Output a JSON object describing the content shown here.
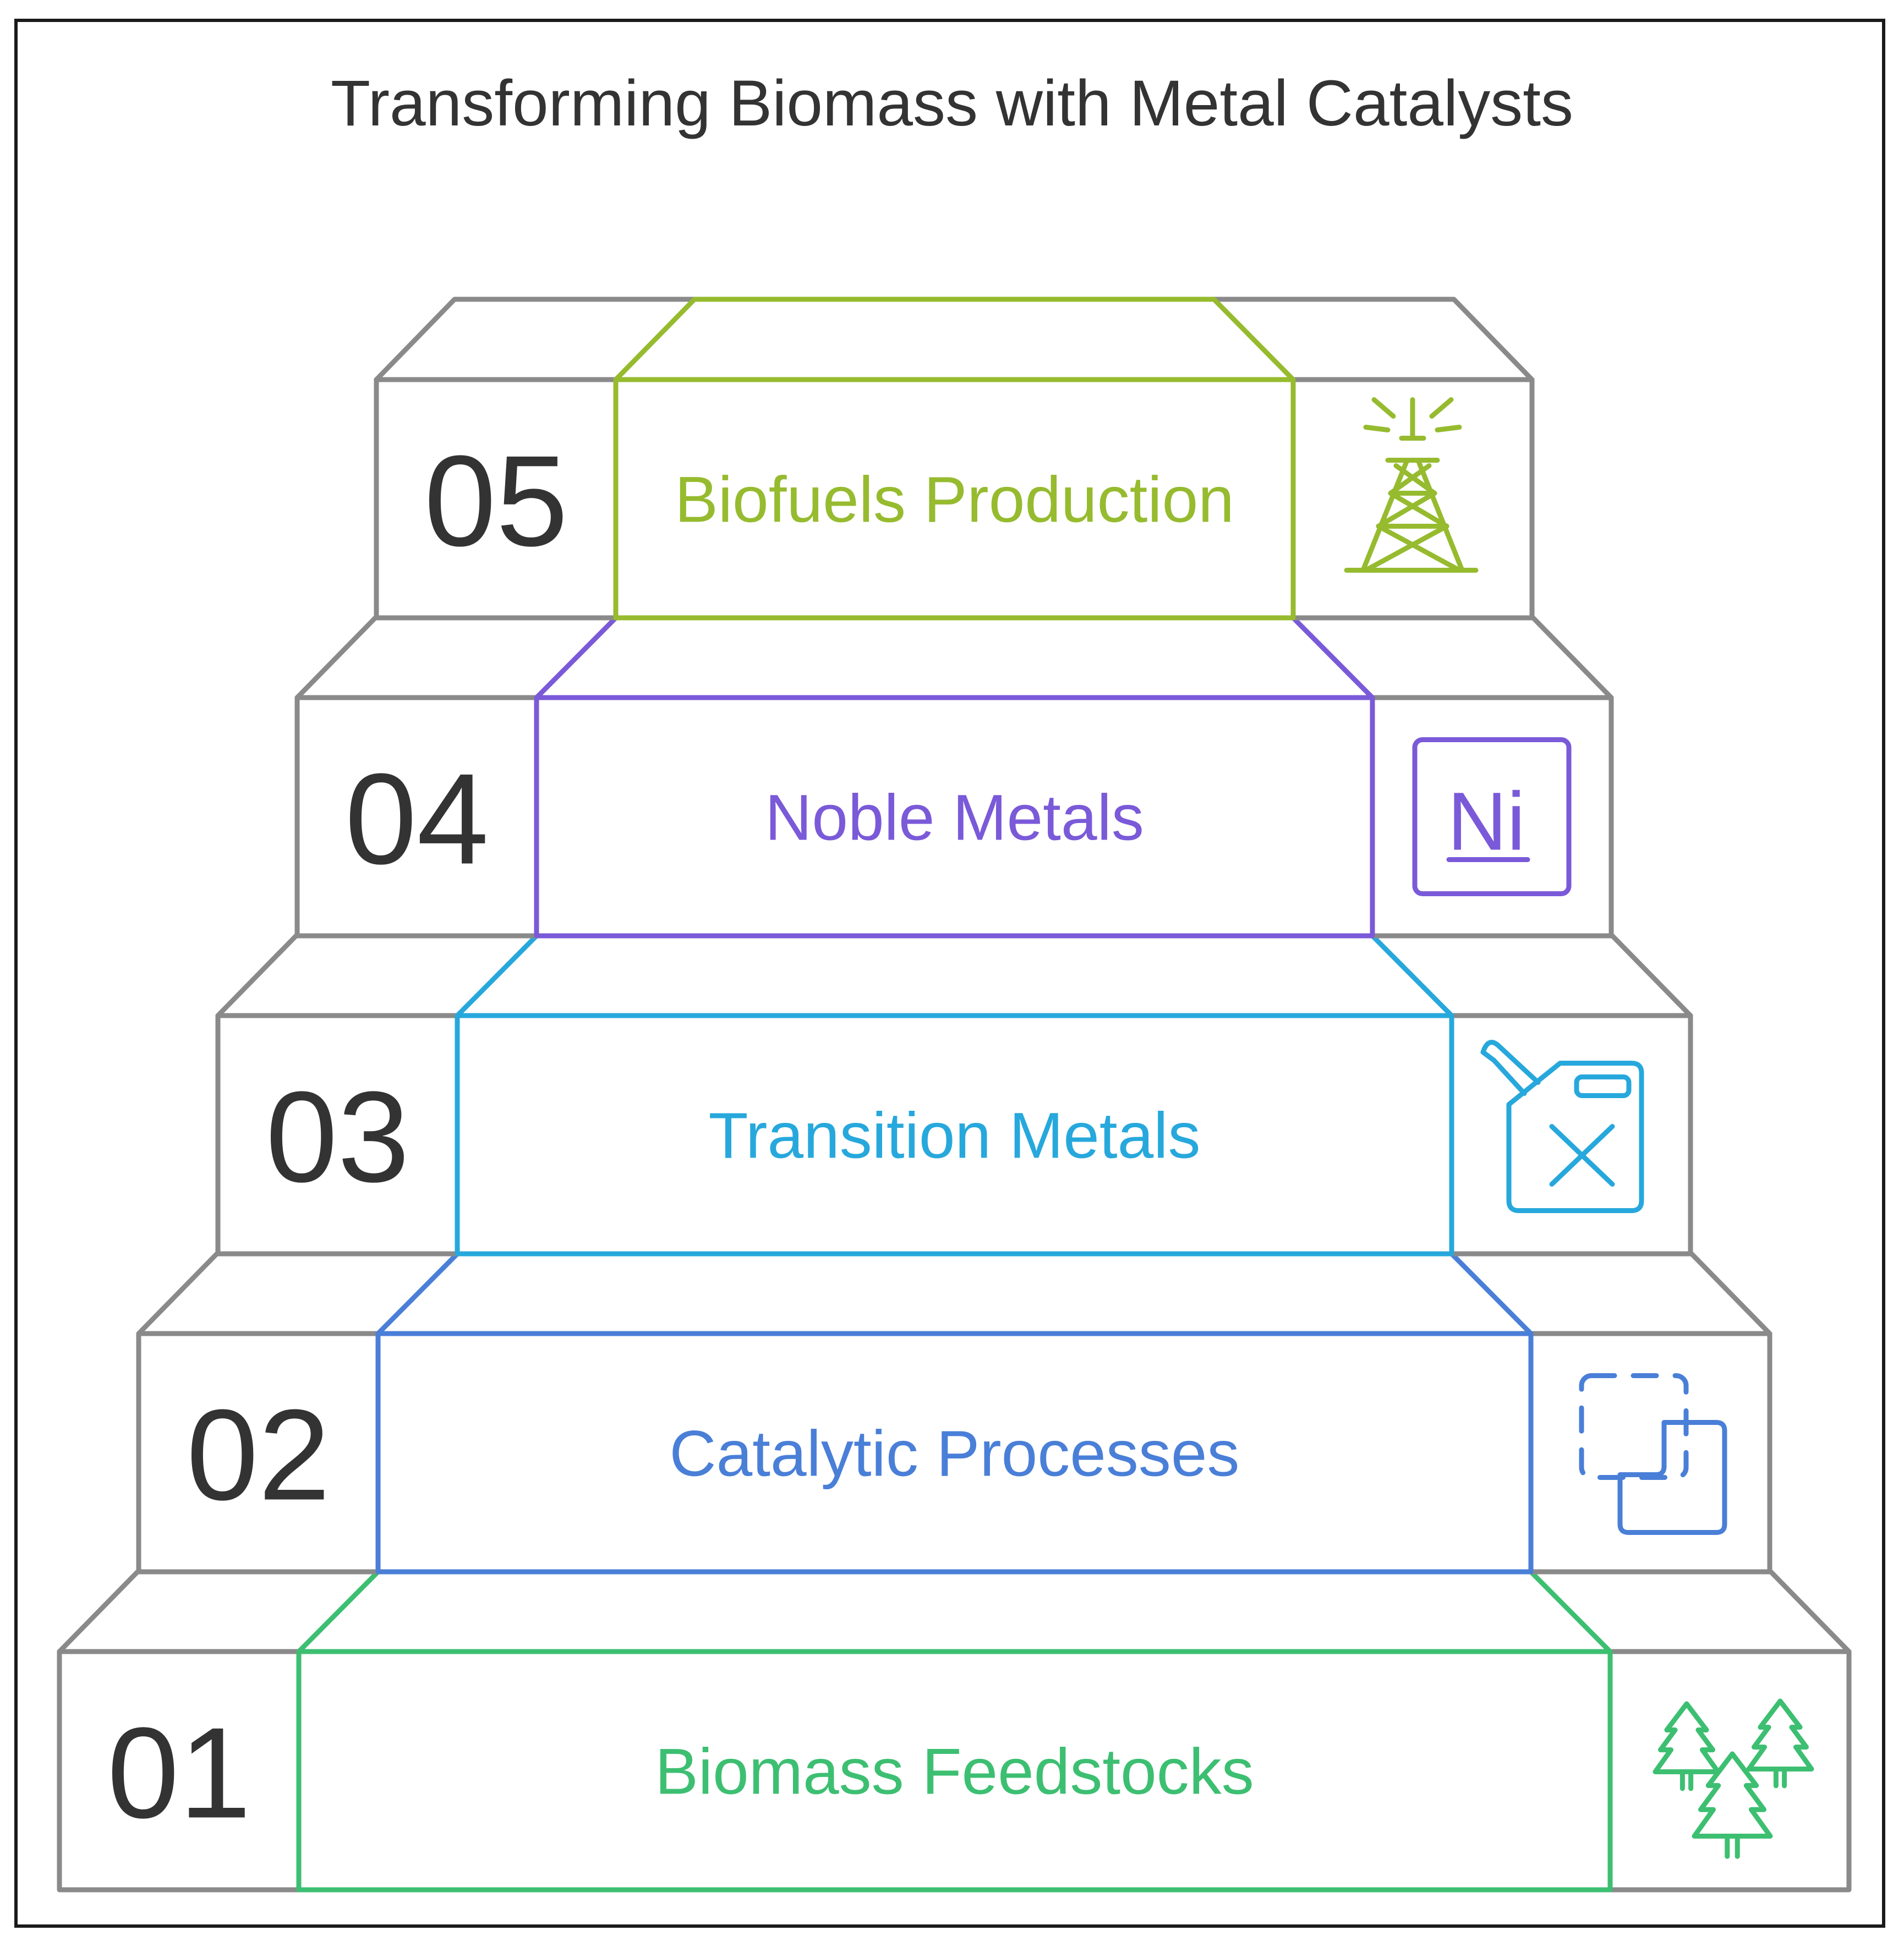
{
  "title": "Transforming Biomass with Metal Catalysts",
  "steps": [
    {
      "number": "01",
      "label": "Biomass Feedstocks",
      "icon": "trees-icon",
      "color": "#3dbf72"
    },
    {
      "number": "02",
      "label": "Catalytic Processes",
      "icon": "dashed-squares-icon",
      "color": "#4a7fd8"
    },
    {
      "number": "03",
      "label": "Transition Metals",
      "icon": "fuel-can-icon",
      "color": "#27a8dc"
    },
    {
      "number": "04",
      "label": "Noble Metals",
      "icon": "nickel-element-icon",
      "color": "#7a5ad8",
      "icon_text": "Ni"
    },
    {
      "number": "05",
      "label": "Biofuels Production",
      "icon": "oil-derrick-icon",
      "color": "#96bb2f"
    }
  ],
  "frame_color": "#8a8a8a"
}
